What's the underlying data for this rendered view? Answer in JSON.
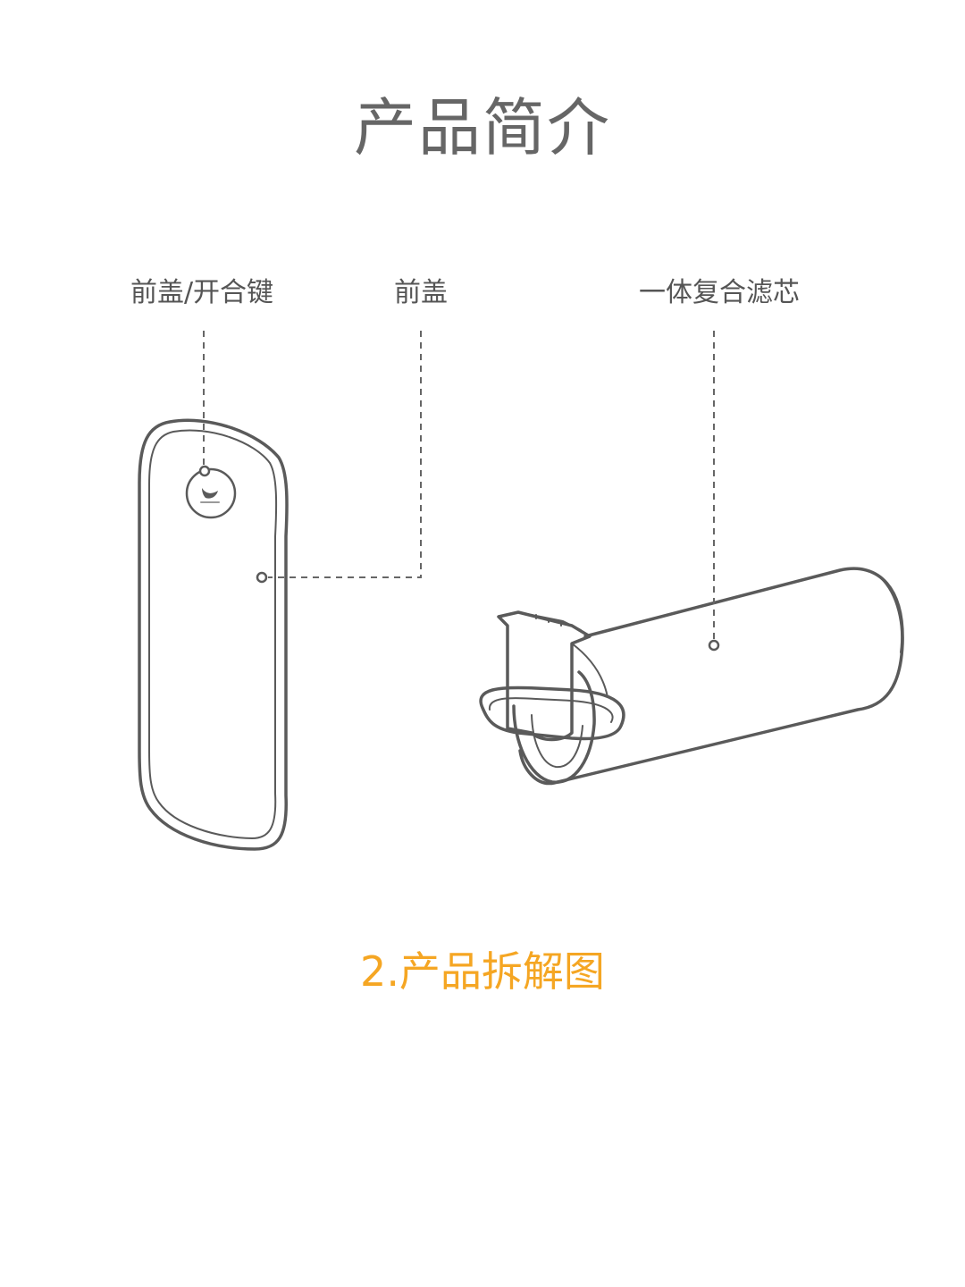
{
  "page": {
    "title": "产品简介"
  },
  "callouts": {
    "cover_button": "前盖/开合键",
    "cover": "前盖",
    "filter": "一体复合滤芯"
  },
  "section": {
    "caption": "2.产品拆解图"
  },
  "colors": {
    "title": "#666666",
    "label": "#555555",
    "accent": "#f5a623",
    "line_art": "#5a5a5a",
    "leader_line": "#666666"
  },
  "icons": {
    "button_logo": "bird-logo-icon",
    "callout_dot": "callout-dot-icon"
  }
}
